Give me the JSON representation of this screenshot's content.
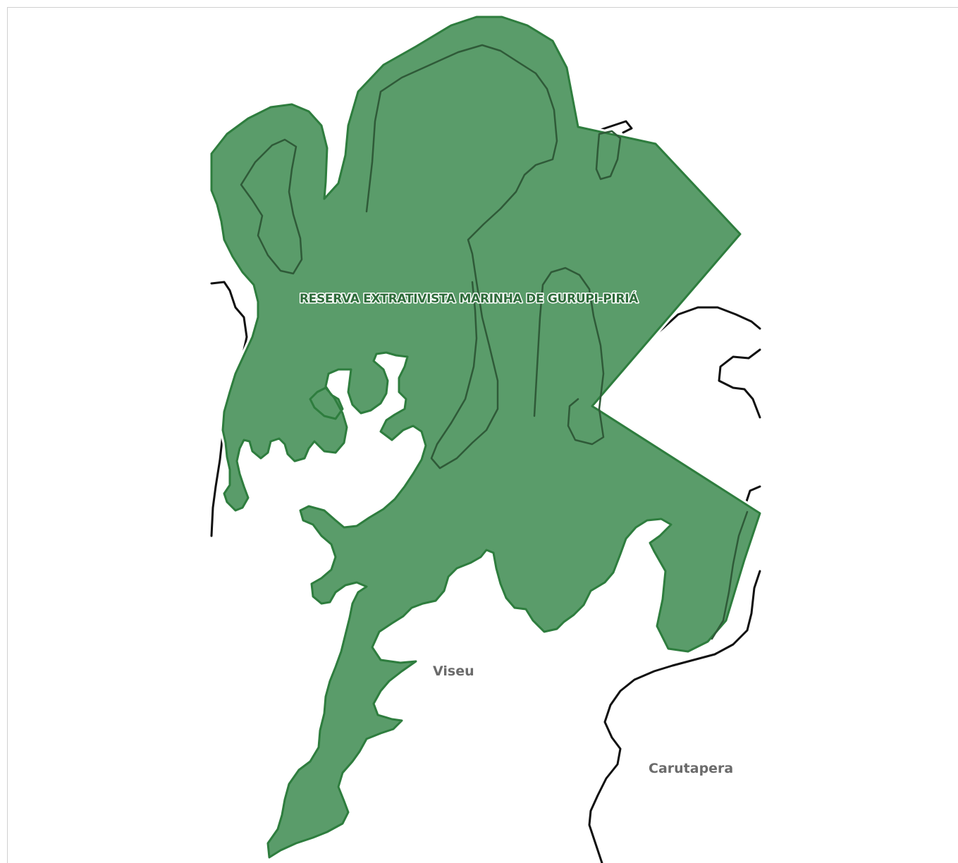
{
  "map": {
    "colors": {
      "reserve_fill": "#5a9c6a",
      "reserve_outline": "#2e7d3e",
      "reserve_halo": "#ffffff",
      "contour_line": "#2f5a38",
      "boundary_line": "#111111",
      "reserve_label": "#2e6b3a",
      "place_label": "#6b6b6b"
    },
    "labels": {
      "reserve_name": "RESERVA EXTRATIVISTA MARINHA DE GURUPI-PIRIÁ",
      "places": [
        {
          "name": "Viseu"
        },
        {
          "name": "Carutapera"
        }
      ]
    }
  }
}
